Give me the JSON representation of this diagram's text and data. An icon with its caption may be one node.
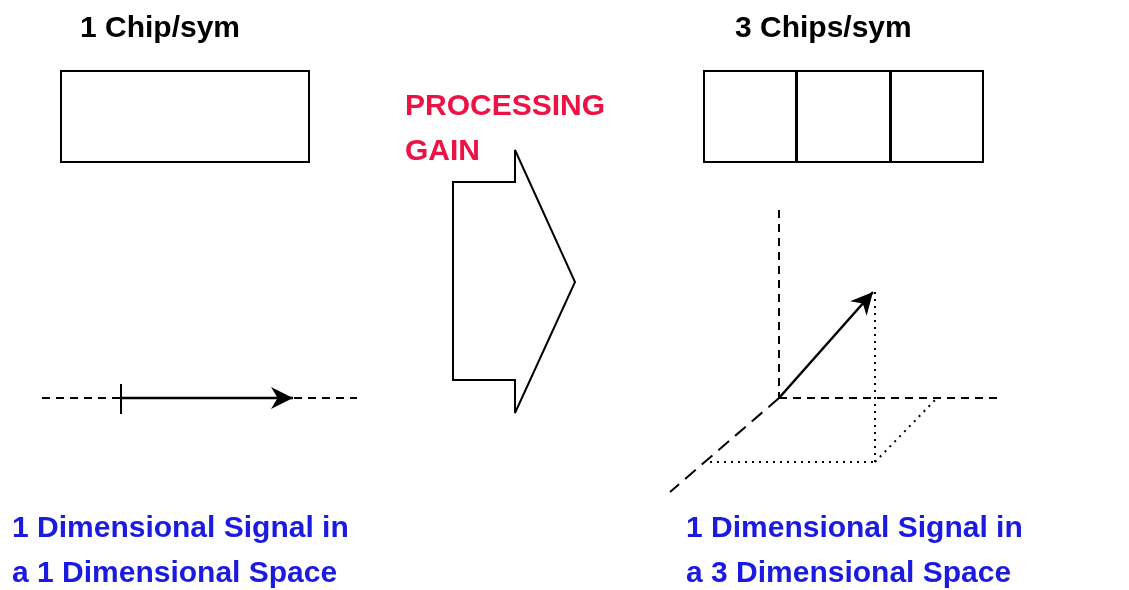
{
  "diagram": {
    "nodes": [
      {
        "text": [
          "1 Chip/sym"
        ]
      },
      {
        "text": [
          "3 Chips/sym"
        ]
      },
      {
        "text": [],
        "shape": "box",
        "in": 1
      },
      {
        "text": [],
        "shape": "box",
        "in": 1
      },
      {
        "text": [],
        "shape": "box",
        "in": 1
      },
      {
        "text": [
          "PROCESSING GAIN"
        ]
      }
    ],
    "labels": [
      "1 Dimensional Signal in a 1 Dimensional Space",
      "1 Dimensional Signal in a 3 Dimensional Space"
    ]
  }
}
